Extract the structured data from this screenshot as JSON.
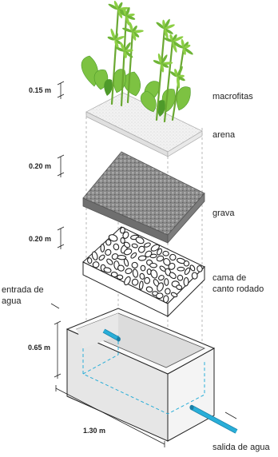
{
  "dimensions": {
    "plant_layer": "0.15 m",
    "gravel_layer": "0.20 m",
    "stone_layer": "0.20 m",
    "tank_height": "0.65 m",
    "tank_width": "1.30 m"
  },
  "labels": {
    "macrophytes": "macrofitas",
    "sand": "arena",
    "gravel": "grava",
    "stone_bed_line1": "cama de",
    "stone_bed_line2": "canto rodado",
    "inlet_line1": "entrada de",
    "inlet_line2": "agua",
    "outlet": "salida de agua"
  },
  "colors": {
    "water_pipe": "#29aed8",
    "dashed_guides": "#29aed8",
    "plant_green": "#7dc242",
    "plant_dark": "#4e9a2a",
    "gravel": "#8c8c8c",
    "tank": "#ededed"
  }
}
